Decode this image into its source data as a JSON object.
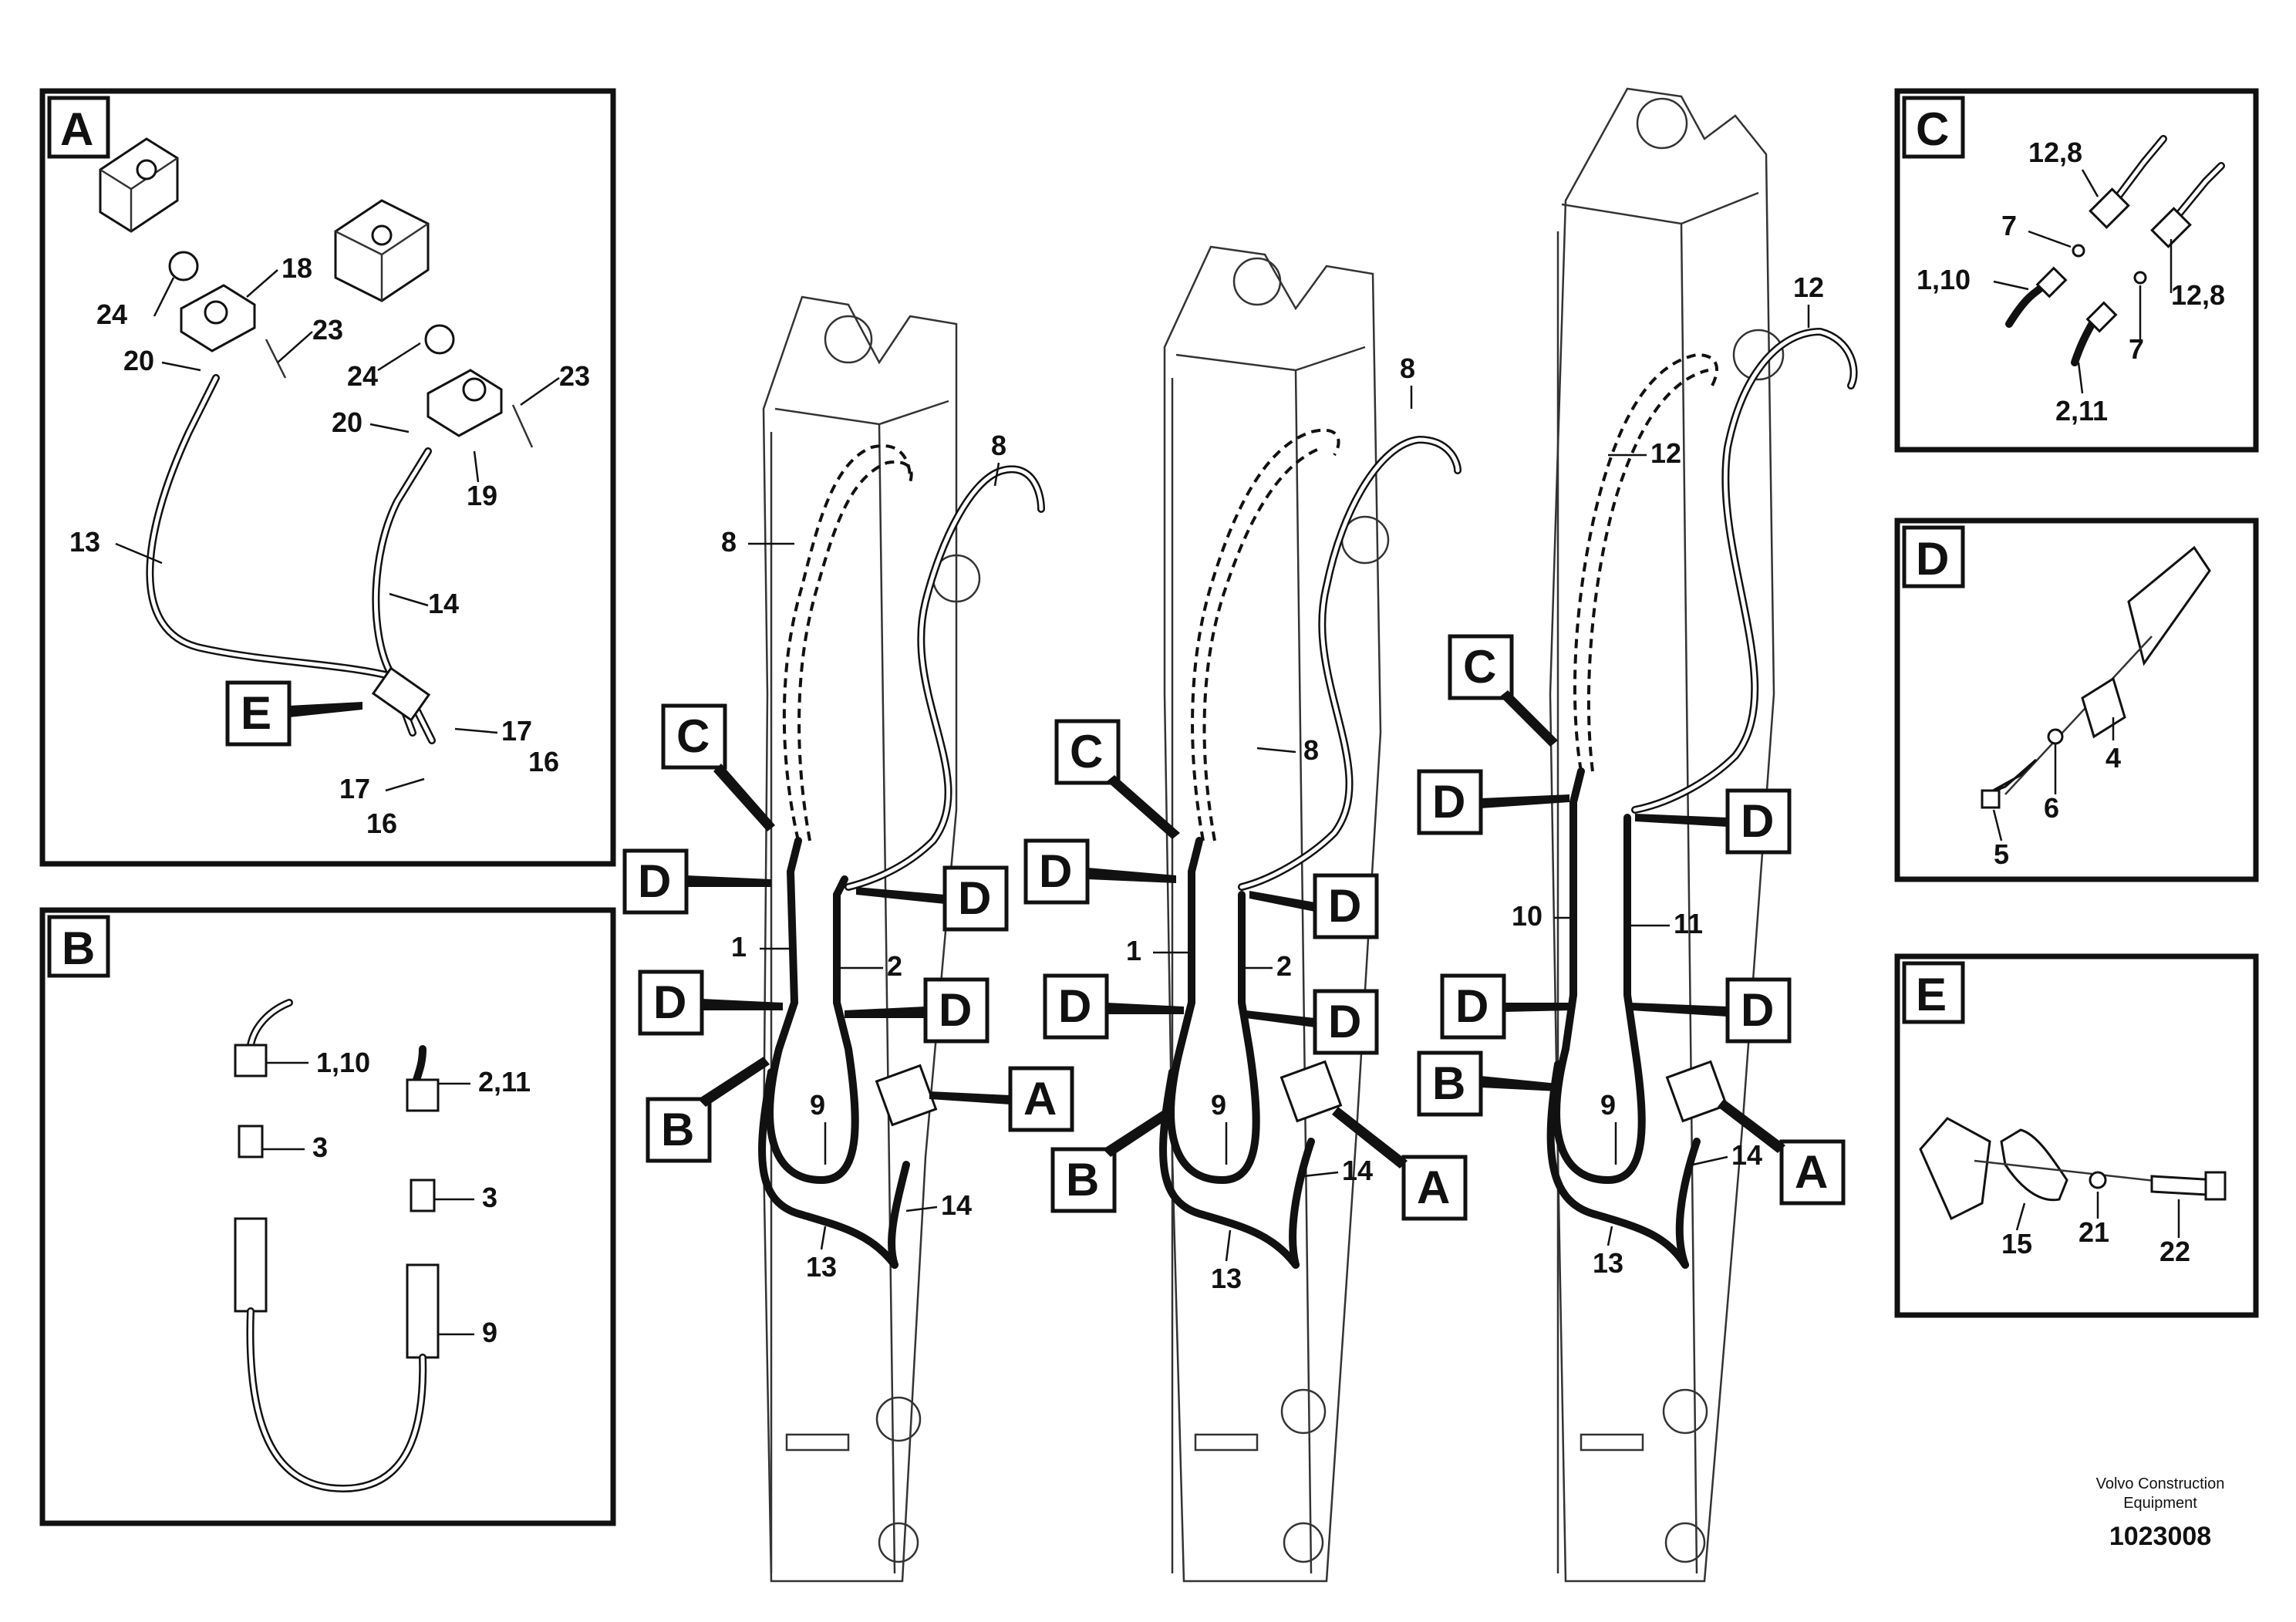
{
  "diagram": {
    "detail_views": {
      "A": {
        "letter": "A",
        "labels": [
          "18",
          "24",
          "23",
          "24",
          "23",
          "20",
          "20",
          "19",
          "13",
          "14",
          "17",
          "17",
          "16",
          "16"
        ],
        "ref_letter": "E"
      },
      "B": {
        "letter": "B",
        "labels": [
          "1,10",
          "2,11",
          "3",
          "3",
          "9"
        ]
      },
      "C": {
        "letter": "C",
        "labels": [
          "12,8",
          "7",
          "1,10",
          "12,8",
          "7",
          "2,11"
        ]
      },
      "D": {
        "letter": "D",
        "labels": [
          "4",
          "6",
          "5"
        ]
      },
      "E": {
        "letter": "E",
        "labels": [
          "15",
          "21",
          "22"
        ]
      }
    },
    "booms": [
      {
        "labels": [
          "8",
          "8",
          "1",
          "2",
          "9",
          "13",
          "14"
        ],
        "refs": [
          "C",
          "D",
          "D",
          "D",
          "D",
          "B",
          "A"
        ]
      },
      {
        "labels": [
          "8",
          "8",
          "1",
          "2",
          "9",
          "13",
          "14"
        ],
        "refs": [
          "C",
          "D",
          "D",
          "D",
          "D",
          "B",
          "A"
        ]
      },
      {
        "labels": [
          "12",
          "12",
          "10",
          "11",
          "9",
          "13",
          "14"
        ],
        "refs": [
          "C",
          "D",
          "D",
          "D",
          "D",
          "B",
          "A"
        ]
      }
    ],
    "footer": {
      "brand_line1": "Volvo Construction",
      "brand_line2": "Equipment",
      "doc_number": "1023008"
    }
  }
}
